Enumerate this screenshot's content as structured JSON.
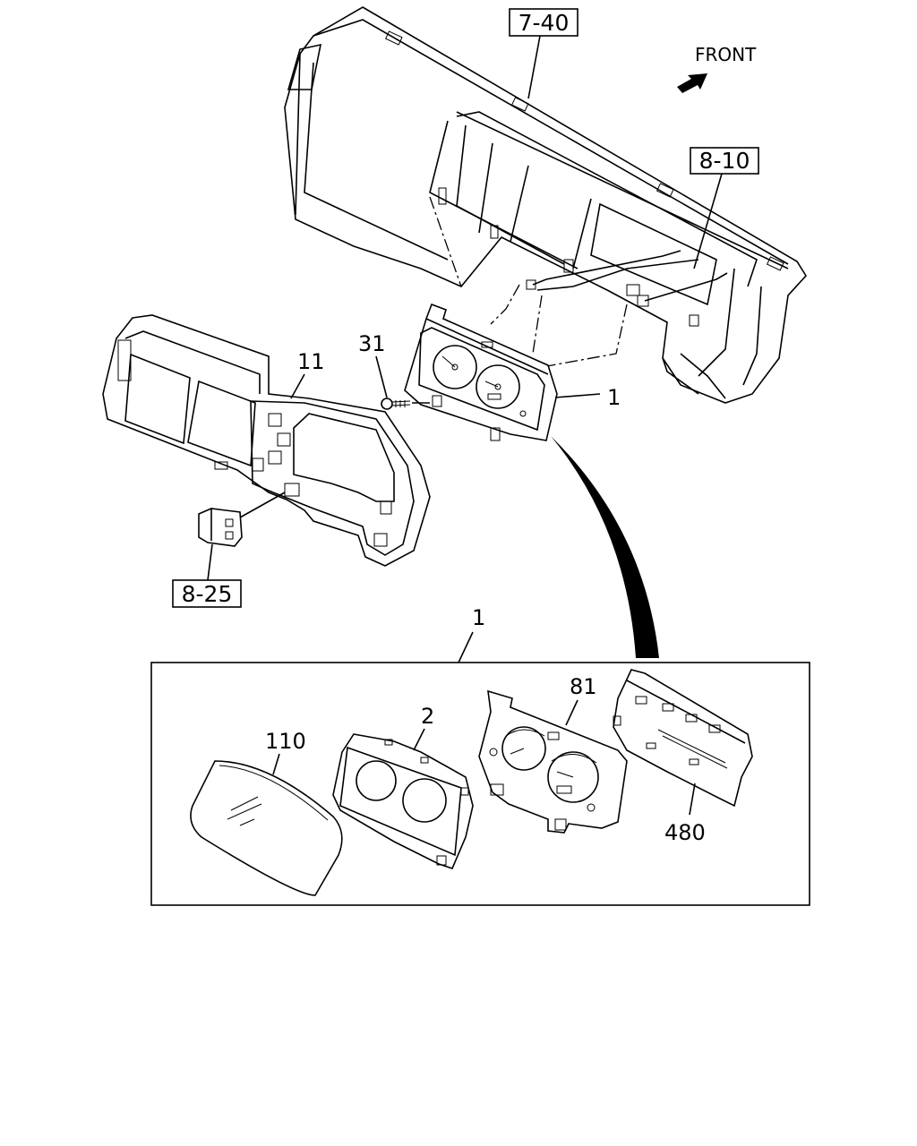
{
  "direction": {
    "label": "FRONT"
  },
  "references": {
    "r740": "7-40",
    "r810": "8-10",
    "r825": "8-25"
  },
  "callouts": {
    "p31": "31",
    "p11": "11",
    "p1_top": "1",
    "p1_detail": "1",
    "p2": "2",
    "p81": "81",
    "p110": "110",
    "p480": "480"
  }
}
